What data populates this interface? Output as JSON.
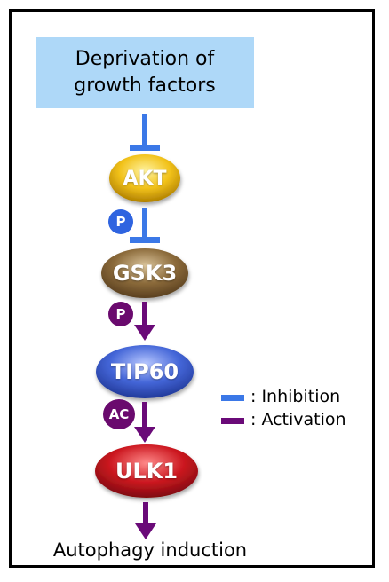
{
  "start_box": {
    "line1": "Deprivation of",
    "line2": "growth factors",
    "color": "#aed8f8"
  },
  "nodes": {
    "akt": {
      "label": "AKT",
      "color": "#f2c21a"
    },
    "gsk3": {
      "label": "GSK3",
      "color": "#8b6a3a"
    },
    "tip60": {
      "label": "TIP60",
      "color": "#4466d8"
    },
    "ulk1": {
      "label": "ULK1",
      "color": "#cc1820"
    }
  },
  "badges": {
    "p1": {
      "label": "P",
      "color": "#2f64e0"
    },
    "p2": {
      "label": "P",
      "color": "#6a0a6e"
    },
    "ac": {
      "label": "AC",
      "color": "#6a0a6e"
    }
  },
  "legend": {
    "inhibition": {
      "label": ": Inhibition",
      "color": "#3b78e7"
    },
    "activation": {
      "label": ": Activation",
      "color": "#6a0a78"
    }
  },
  "outcome": "Autophagy induction"
}
